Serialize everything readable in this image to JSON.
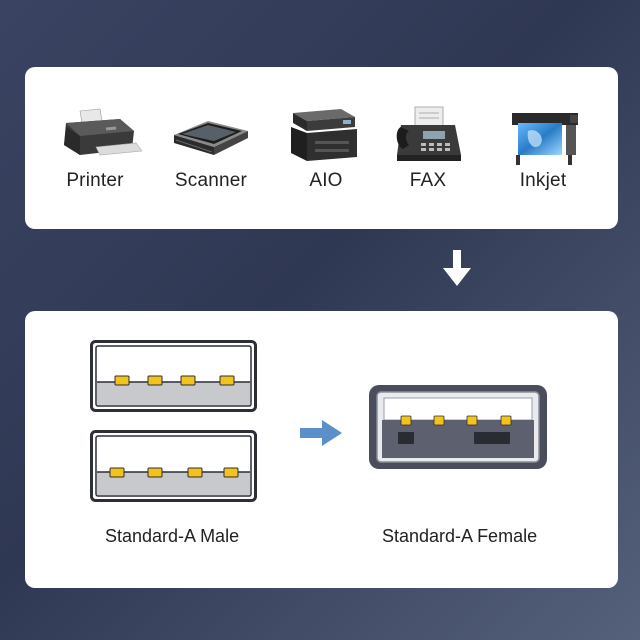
{
  "devices": [
    {
      "label": "Printer",
      "icon": "printer-icon"
    },
    {
      "label": "Scanner",
      "icon": "scanner-icon"
    },
    {
      "label": "AIO",
      "icon": "all-in-one-printer-icon"
    },
    {
      "label": "FAX",
      "icon": "fax-machine-icon"
    },
    {
      "label": "Inkjet",
      "icon": "large-format-inkjet-icon"
    }
  ],
  "connectors": {
    "male_label": "Standard-A Male",
    "female_label": "Standard-A Female"
  },
  "colors": {
    "background": "#343d58",
    "panel": "#ffffff",
    "pin_gold": "#f3c21b",
    "plug_frame": "#2d2f36",
    "arrow_blue": "#5b8fc9"
  }
}
